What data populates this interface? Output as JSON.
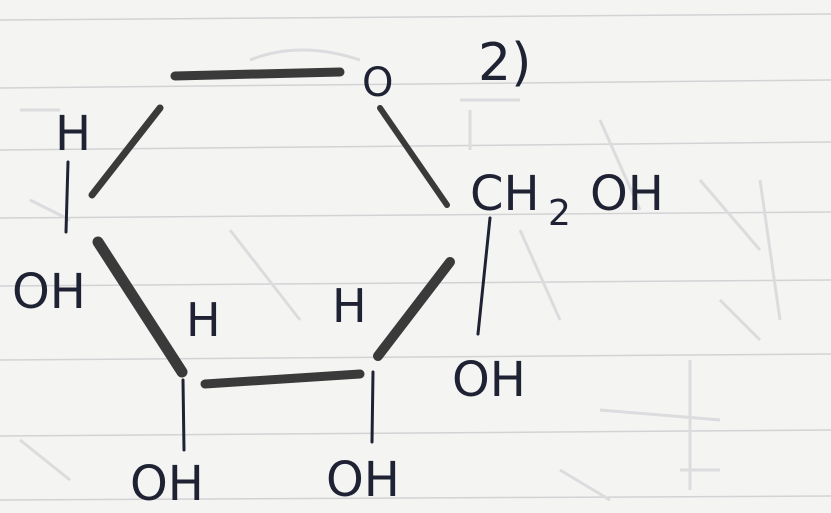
{
  "note_number": "2)",
  "ring_oxygen": "O",
  "substituents": {
    "ch2oh": "CH",
    "ch2oh_subscript": "2",
    "ch2oh_tail": "OH",
    "c1_oh": "OH",
    "c2_h": "H",
    "c3_h": "H",
    "c4_h": "H",
    "c4_oh": "OH",
    "c2_oh": "OH",
    "c3_oh": "OH"
  },
  "colors": {
    "paper": "#f4f4f2",
    "rule_line": "#cfcfd2",
    "pen_blue": "#1e2233",
    "pencil_gray": "#3a3a3a"
  }
}
